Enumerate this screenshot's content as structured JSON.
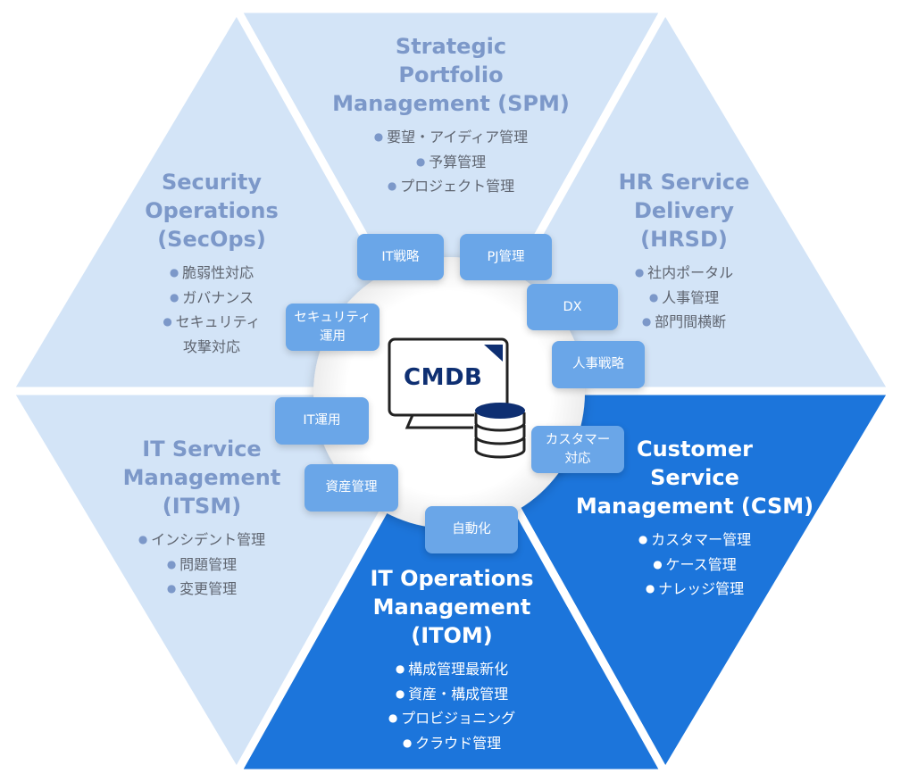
{
  "center": {
    "label": "CMDB",
    "icon": "monitor-database-icon"
  },
  "colors": {
    "light": "#d3e4f7",
    "dark": "#1c75db",
    "chip": "#6aa6e8",
    "title_light": "#7c98c9",
    "cmdb": "#0e2f72"
  },
  "segments": {
    "spm": {
      "title": [
        "Strategic",
        "Portfolio",
        "Management (SPM)"
      ],
      "bullets": [
        "要望・アイディア管理",
        "予算管理",
        "プロジェクト管理"
      ]
    },
    "secops": {
      "title": [
        "Security",
        "Operations",
        "(SecOps)"
      ],
      "bullets": [
        "脆弱性対応",
        "ガバナンス",
        "セキュリティ",
        "攻撃対応"
      ]
    },
    "hrsd": {
      "title": [
        "HR Service",
        "Delivery",
        "(HRSD)"
      ],
      "bullets": [
        "社内ポータル",
        "人事管理",
        "部門間横断"
      ]
    },
    "itsm": {
      "title": [
        "IT Service",
        "Management",
        "(ITSM)"
      ],
      "bullets": [
        "インシデント管理",
        "問題管理",
        "変更管理"
      ]
    },
    "csm": {
      "title": [
        "Customer",
        "Service",
        "Management (CSM)"
      ],
      "bullets": [
        "カスタマー管理",
        "ケース管理",
        "ナレッジ管理"
      ]
    },
    "itom": {
      "title": [
        "IT Operations",
        "Management",
        "(ITOM)"
      ],
      "bullets": [
        "構成管理最新化",
        "資産・構成管理",
        "プロビジョニング",
        "クラウド管理"
      ]
    }
  },
  "chips": {
    "it_strategy": "IT戦略",
    "pj": "PJ管理",
    "dx": "DX",
    "hr_strategy": "人事戦略",
    "sec_ops_1": "セキュリティ",
    "sec_ops_2": "運用",
    "it_ops": "IT運用",
    "asset": "資産管理",
    "automation": "自動化",
    "customer_1": "カスタマー",
    "customer_2": "対応"
  }
}
